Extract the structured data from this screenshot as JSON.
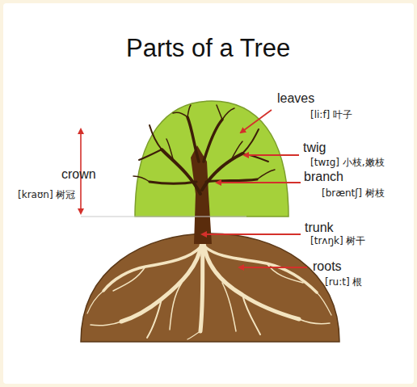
{
  "diagram": {
    "title": "Parts of a Tree",
    "labels": [
      "leaves",
      "[li:f] 叶子",
      "twig",
      "[twɪg] 小枝,嫩枝",
      "branch",
      "[bræntʃ] 树枝",
      "trunk",
      "[trʌŋk] 树干",
      "roots",
      "[ru:t] 根",
      "crown",
      "[kraʊn] 树冠"
    ]
  }
}
